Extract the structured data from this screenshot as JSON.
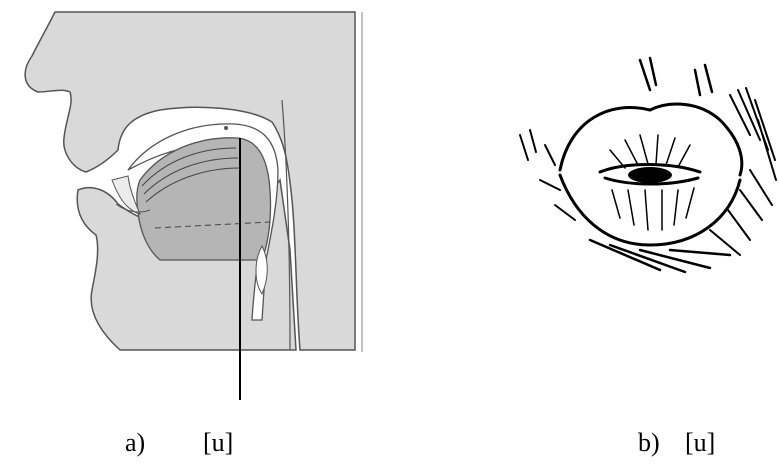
{
  "figures": [
    {
      "id": "a",
      "letter": "a)",
      "symbol": "[u]"
    },
    {
      "id": "b",
      "letter": "b)",
      "symbol": "[u]"
    }
  ],
  "colors": {
    "tissue": "#d9d9d9",
    "tongue": "#b5b5b5",
    "line": "#000000"
  }
}
